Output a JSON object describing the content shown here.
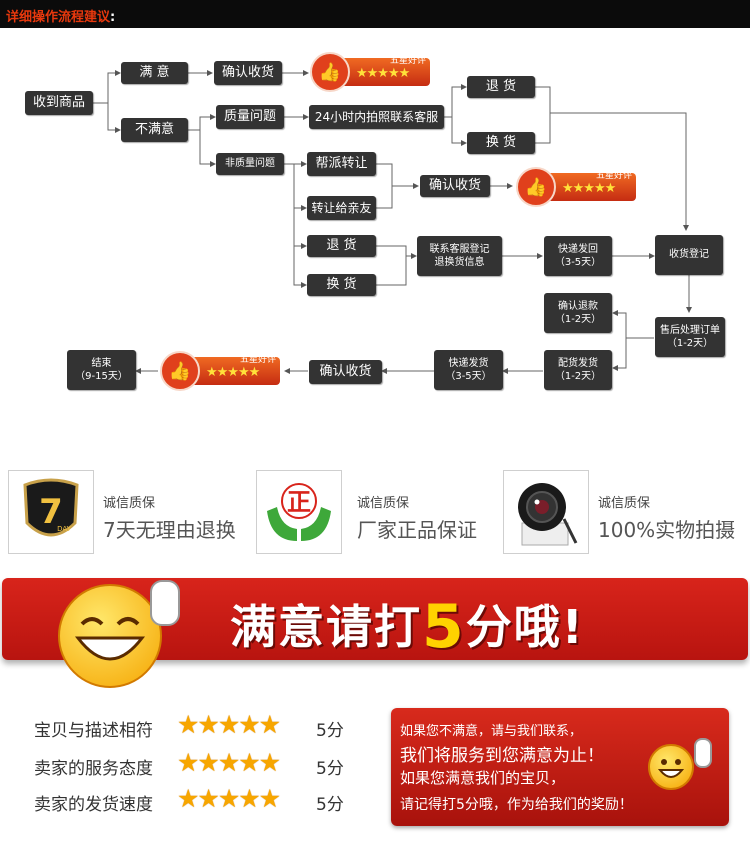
{
  "header": {
    "title": "详细操作流程建议",
    "colon": ":"
  },
  "flow": {
    "receive": "收到商品",
    "satisfied": "满 意",
    "unsatisfied": "不满意",
    "confirm_receipt": "确认收货",
    "quality_issue": "质量问题",
    "non_quality_issue": "非质量问题",
    "contact_24h": "24小时内拍照联系客服",
    "return": "退 货",
    "exchange": "换 货",
    "help_transfer": "帮派转让",
    "transfer_friends": "转让给亲友",
    "contact_register": "联系客服登记\n退换货信息",
    "express_return": "快递发回\n（3-5天）",
    "receive_register": "收货登记",
    "after_sale": "售后处理订单\n（1-2天）",
    "confirm_refund": "确认退款\n（1-2天）",
    "ship_out": "配货发货\n（1-2天）",
    "express_ship": "快递发货\n（3-5天）",
    "end": "结束\n（9-15天）",
    "badge_label": "五星好评",
    "badge_stars": "★★★★★"
  },
  "guarantees": [
    {
      "title": "诚信质保",
      "desc": "7天无理由退换",
      "icon": "7-day-shield-icon",
      "icon_text": "7",
      "icon_sub": "DAY"
    },
    {
      "title": "诚信质保",
      "desc": "厂家正品保证",
      "icon": "genuine-hands-icon",
      "icon_text": "正"
    },
    {
      "title": "诚信质保",
      "desc": "100%实物拍摄",
      "icon": "camera-lens-icon"
    }
  ],
  "banner": {
    "text_before": "满意请打",
    "five": "5",
    "text_after": "分哦!"
  },
  "ratings": [
    {
      "label": "宝贝与描述相符",
      "stars": "★★★★★",
      "score": "5分"
    },
    {
      "label": "卖家的服务态度",
      "stars": "★★★★★",
      "score": "5分"
    },
    {
      "label": "卖家的发货速度",
      "stars": "★★★★★",
      "score": "5分"
    }
  ],
  "message": {
    "line1": "如果您不满意，请与我们联系，",
    "line2": "我们将服务到您满意为止！",
    "line3": "如果您满意我们的宝贝，",
    "line4": "请记得打5分哦，作为给我们的奖励！"
  },
  "colors": {
    "accent": "#e8380d",
    "box": "#333333",
    "banner": "#d8241b",
    "star": "#f7a600"
  }
}
